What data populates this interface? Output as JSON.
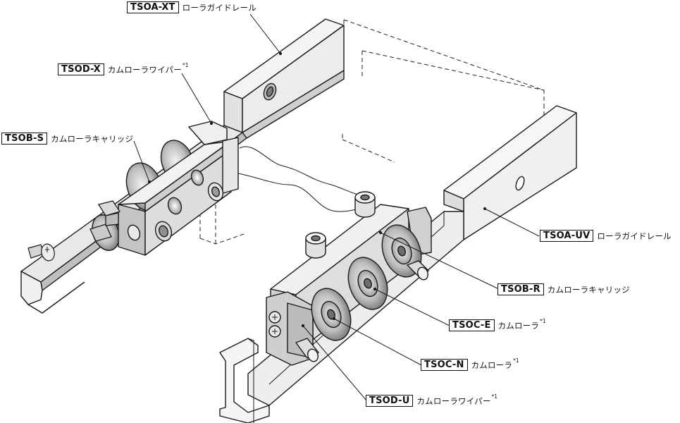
{
  "callouts": [
    {
      "id": "tsoa-xt",
      "code": "TSOA-XT",
      "name": "ローラガイドレール",
      "note": ""
    },
    {
      "id": "tsod-x",
      "code": "TSOD-X",
      "name": "カムローラワイパー",
      "note": "*1"
    },
    {
      "id": "tsob-s",
      "code": "TSOB-S",
      "name": "カムローラキャリッジ",
      "note": ""
    },
    {
      "id": "tsoa-uv",
      "code": "TSOA-UV",
      "name": "ローラガイドレール",
      "note": ""
    },
    {
      "id": "tsob-r",
      "code": "TSOB-R",
      "name": "カムローラキャリッジ",
      "note": ""
    },
    {
      "id": "tsoc-e",
      "code": "TSOC-E",
      "name": "カムローラ",
      "note": "*1"
    },
    {
      "id": "tsoc-n",
      "code": "TSOC-N",
      "name": "カムローラ",
      "note": "*1"
    },
    {
      "id": "tsod-u",
      "code": "TSOD-U",
      "name": "カムローラワイパー",
      "note": "*1"
    }
  ],
  "colors": {
    "outline": "#1a1a1a",
    "part_light": "#f4f4f4",
    "part_mid": "#d9d9d9",
    "part_dark": "#a8a8a8",
    "background": "#ffffff"
  }
}
